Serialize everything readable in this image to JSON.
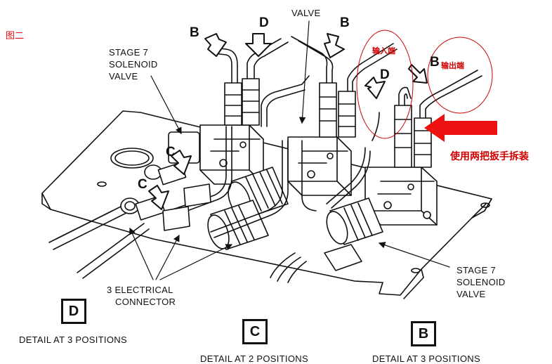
{
  "figure_label": "图二",
  "labels": {
    "valve": "VALVE",
    "stage7_top": [
      "STAGE 7",
      "SOLENOID",
      "VALVE"
    ],
    "stage7_bottom": [
      "STAGE 7",
      "SOLENOID",
      "VALVE"
    ],
    "connector": [
      "3 ELECTRICAL",
      "CONNECTOR"
    ]
  },
  "annotations": {
    "input_end": "输入端",
    "output_end": "输出端",
    "note": "使用两把扳手拆装",
    "colors": {
      "annotation": "#d00000",
      "arrow": "#ee1111"
    }
  },
  "callouts": {
    "b_left": "B",
    "d_top": "D",
    "b_mid": "B",
    "d_mid": "D",
    "b_right": "B",
    "c_upper": "C",
    "c_lower": "C"
  },
  "details": [
    {
      "letter": "D",
      "caption": "DETAIL AT 3 POSITIONS"
    },
    {
      "letter": "C",
      "caption": "DETAIL AT 2 POSITIONS"
    },
    {
      "letter": "B",
      "caption": "DETAIL AT 3 POSITIONS"
    }
  ]
}
